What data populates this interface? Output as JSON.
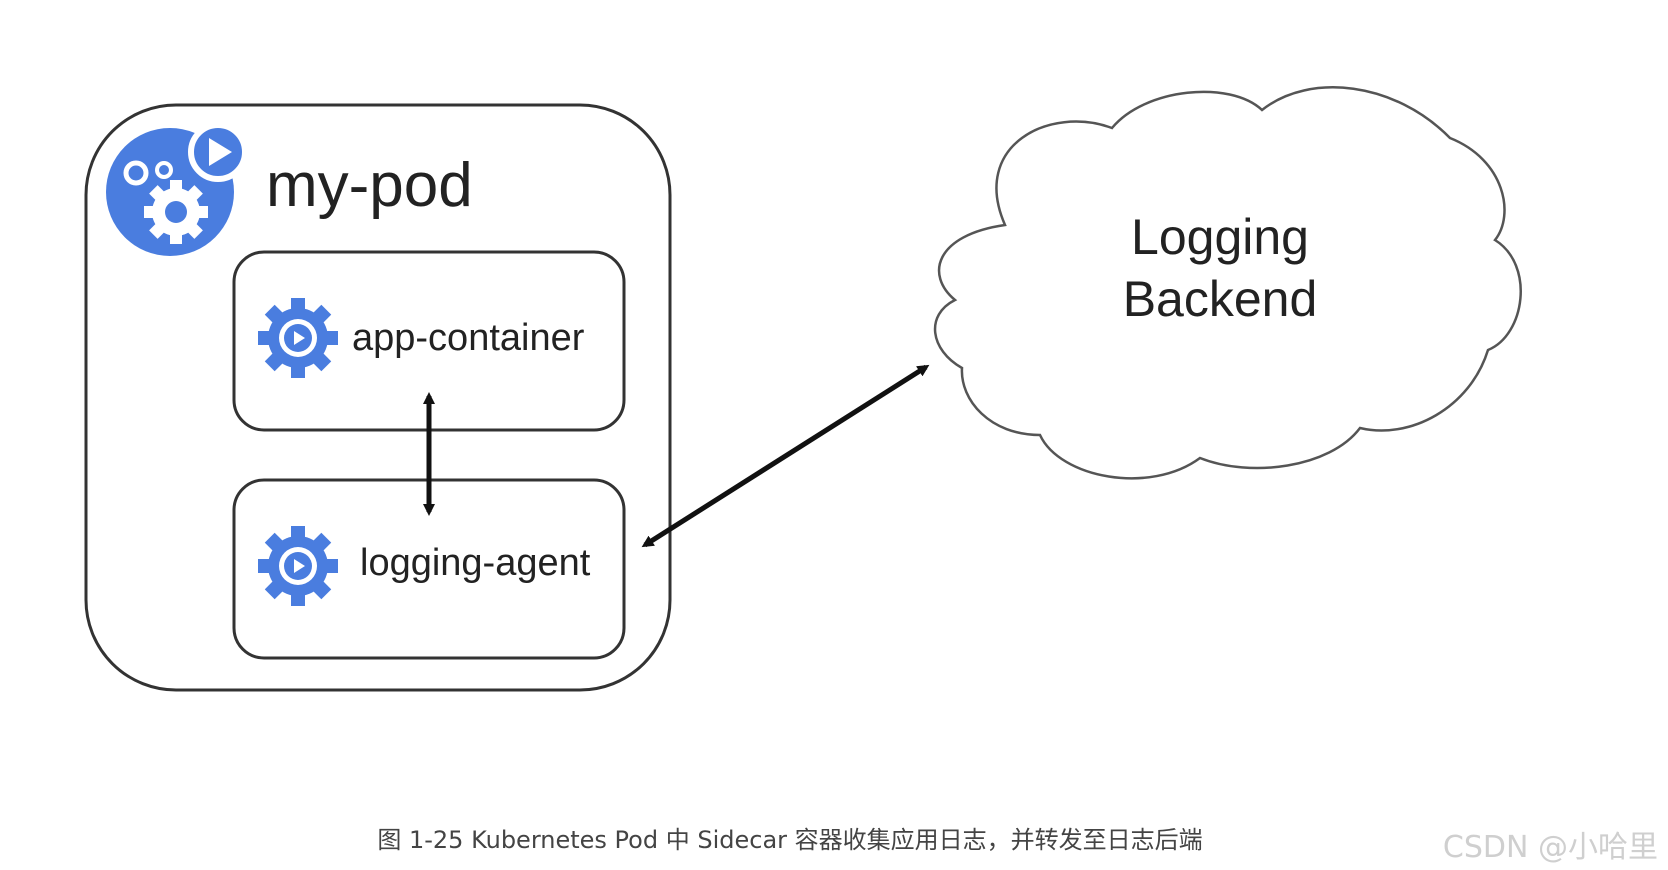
{
  "diagram": {
    "pod_label": "my-pod",
    "app_container_label": "app-container",
    "logging_agent_label": "logging-agent",
    "backend_label_line1": "Logging",
    "backend_label_line2": "Backend",
    "icons": {
      "pod": "pod-gears-icon",
      "app_container": "container-gear-icon",
      "logging_agent": "container-gear-icon"
    },
    "colors": {
      "icon_blue": "#4a7ddf",
      "outline": "#333333",
      "arrow": "#111111"
    }
  },
  "caption": "图 1-25 Kubernetes Pod 中 Sidecar 容器收集应用日志，并转发至日志后端",
  "watermark": "CSDN @小哈里"
}
